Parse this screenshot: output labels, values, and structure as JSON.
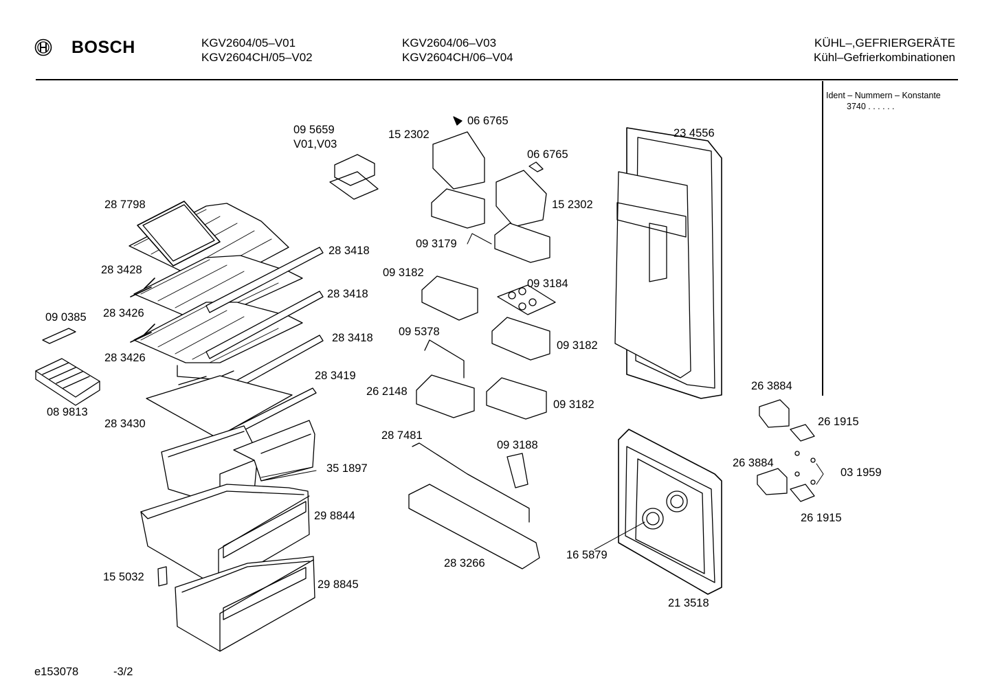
{
  "header": {
    "brand": "BOSCH",
    "models_col1": [
      "KGV2604/05–V01",
      "KGV2604CH/05–V02"
    ],
    "models_col2": [
      "KGV2604/06–V03",
      "KGV2604CH/06–V04"
    ],
    "category": "KÜHL–,GEFRIERGERÄTE",
    "subcategory": "Kühl–Gefrierkombinationen"
  },
  "ident": {
    "title": "Ident – Nummern – Konstante",
    "value": "3740  .  .    .  .  .  ."
  },
  "part_labels": [
    "09 5659",
    "V01,V03",
    "06 6765",
    "15 2302",
    "06 6765",
    "15 2302",
    "23 4556",
    "28 7798",
    "28 3418",
    "28 3428",
    "09 3179",
    "09 3182",
    "28 3418",
    "09 3184",
    "09 0385",
    "28 3426",
    "28 3418",
    "09 5378",
    "09 3182",
    "28 3426",
    "28 3419",
    "26 2148",
    "26 3884",
    "08 9813",
    "28 3430",
    "09 3182",
    "26 1915",
    "28 7481",
    "09 3188",
    "26 3884",
    "03 1959",
    "35 1897",
    "29 8844",
    "26 1915",
    "16 5879",
    "28 3266",
    "15 5032",
    "29 8845",
    "21 3518"
  ],
  "footer": {
    "doc_id": "e153078",
    "page": "-3/2"
  }
}
